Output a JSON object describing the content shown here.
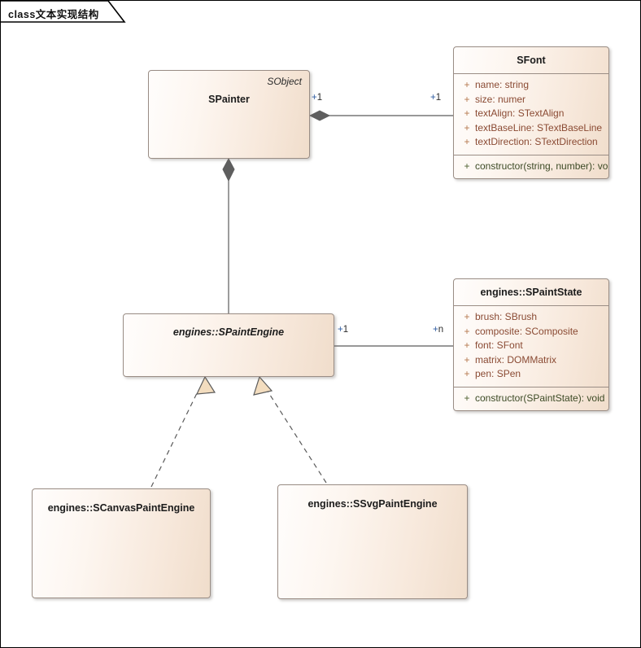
{
  "diagram": {
    "frame_label": "class文本实现结构",
    "colors": {
      "box_border": "#9a8d85",
      "box_fill_light": "#fffdfc",
      "box_fill_dark": "#f0ddcb",
      "attribute_text": "#8a4a33",
      "operation_text": "#3c4a25",
      "line": "#5a5a5a",
      "diamond_fill": "#5e5e5e",
      "arrow_fill": "#f3ddbf",
      "multiplicity_plus": "#2c5aa0"
    }
  },
  "classes": {
    "spainter": {
      "name": "SPainter",
      "stereotype": "SObject",
      "abstract": false,
      "attributes": [],
      "operations": []
    },
    "sfont": {
      "name": "SFont",
      "abstract": false,
      "attributes": [
        {
          "vis": "+",
          "text": "name: string"
        },
        {
          "vis": "+",
          "text": "size: numer"
        },
        {
          "vis": "+",
          "text": "textAlign: STextAlign"
        },
        {
          "vis": "+",
          "text": "textBaseLine: STextBaseLine"
        },
        {
          "vis": "+",
          "text": "textDirection: STextDirection"
        }
      ],
      "operations": [
        {
          "vis": "+",
          "text": "constructor(string, number): void"
        }
      ]
    },
    "spaintengine": {
      "name": "engines::SPaintEngine",
      "abstract": true,
      "attributes": [],
      "operations": []
    },
    "spaintstate": {
      "name": "engines::SPaintState",
      "abstract": false,
      "attributes": [
        {
          "vis": "+",
          "text": "brush: SBrush"
        },
        {
          "vis": "+",
          "text": "composite: SComposite"
        },
        {
          "vis": "+",
          "text": "font: SFont"
        },
        {
          "vis": "+",
          "text": "matrix: DOMMatrix"
        },
        {
          "vis": "+",
          "text": "pen: SPen"
        }
      ],
      "operations": [
        {
          "vis": "+",
          "text": "constructor(SPaintState): void"
        }
      ]
    },
    "scanvaspaintengine": {
      "name": "engines::SCanvasPaintEngine",
      "abstract": false,
      "attributes": [],
      "operations": []
    },
    "ssvgpaintengine": {
      "name": "engines::SSvgPaintEngine",
      "abstract": false,
      "attributes": [],
      "operations": []
    }
  },
  "relations": {
    "painter_font": {
      "kind": "composition",
      "source_mult": "+1",
      "target_mult": "+1"
    },
    "painter_engine": {
      "kind": "composition",
      "source_mult": "",
      "target_mult": ""
    },
    "engine_state": {
      "kind": "association",
      "source_mult": "+1",
      "target_mult": "+n"
    },
    "canvas_realization": {
      "kind": "realization"
    },
    "svg_realization": {
      "kind": "realization"
    }
  },
  "multiplicity_labels": {
    "painter_font_left_plus": "+",
    "painter_font_left_num": "1",
    "painter_font_right_plus": "+",
    "painter_font_right_num": "1",
    "engine_state_left_plus": "+",
    "engine_state_left_num": "1",
    "engine_state_right_plus": "+",
    "engine_state_right_num": "n"
  }
}
